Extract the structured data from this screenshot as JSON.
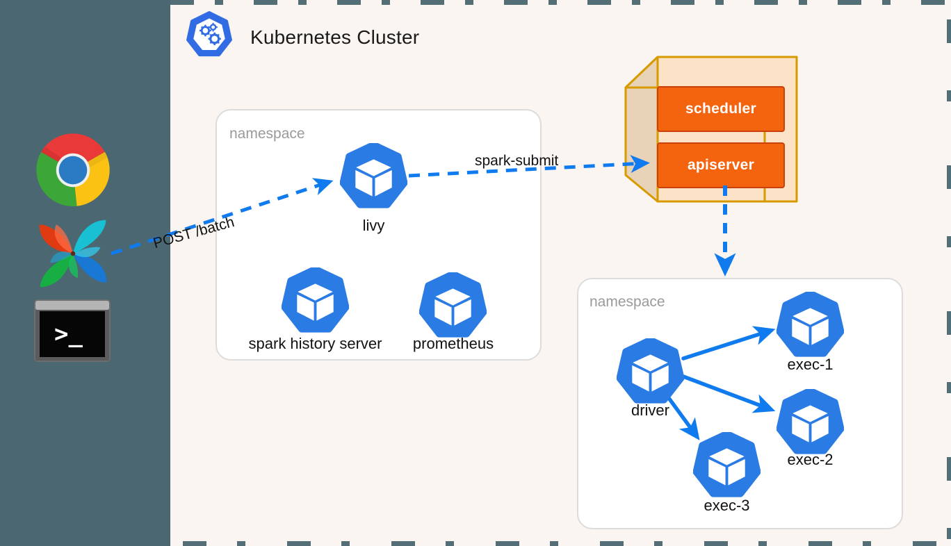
{
  "canvas": {
    "background": "#FAF5F1",
    "rail_background": "#4B6771"
  },
  "app_rail": {
    "icons": [
      {
        "name": "chrome-icon",
        "label": "Google Chrome"
      },
      {
        "name": "airflow-icon",
        "label": "Apache Airflow"
      },
      {
        "name": "terminal-icon",
        "label": "Terminal",
        "prompt": ">_"
      }
    ]
  },
  "cluster": {
    "title": "Kubernetes Cluster",
    "logo_name": "kubernetes-logo",
    "accent_blue": "#326CE5",
    "pod_blue": "#2A7BE4"
  },
  "namespaces": [
    {
      "id": "left",
      "label": "namespace"
    },
    {
      "id": "right",
      "label": "namespace"
    }
  ],
  "pods": {
    "livy": "livy",
    "spark_history_server": "spark history server",
    "prometheus": "prometheus",
    "driver": "driver",
    "exec1": "exec-1",
    "exec2": "exec-2",
    "exec3": "exec-3"
  },
  "control_plane": {
    "fill": "#FCE3C8",
    "side_fill": "#E8D3B9",
    "border": "#D79B00",
    "services": [
      {
        "name": "scheduler",
        "label": "scheduler",
        "color": "#F4640F"
      },
      {
        "name": "apiserver",
        "label": "apiserver",
        "color": "#F4640F"
      }
    ]
  },
  "edges": [
    {
      "name": "post-batch",
      "label": "POST /batch",
      "style": "dashed",
      "from": "airflow-icon",
      "to": "livy"
    },
    {
      "name": "spark-submit",
      "label": "spark-submit",
      "style": "dashed",
      "from": "livy",
      "to": "apiserver"
    },
    {
      "name": "apiserver-to-namespace",
      "label": "",
      "style": "dashed",
      "from": "apiserver",
      "to": "namespace-right"
    },
    {
      "name": "driver-to-exec1",
      "label": "",
      "style": "solid",
      "from": "driver",
      "to": "exec-1"
    },
    {
      "name": "driver-to-exec2",
      "label": "",
      "style": "solid",
      "from": "driver",
      "to": "exec-2"
    },
    {
      "name": "driver-to-exec3",
      "label": "",
      "style": "solid",
      "from": "driver",
      "to": "exec-3"
    }
  ]
}
